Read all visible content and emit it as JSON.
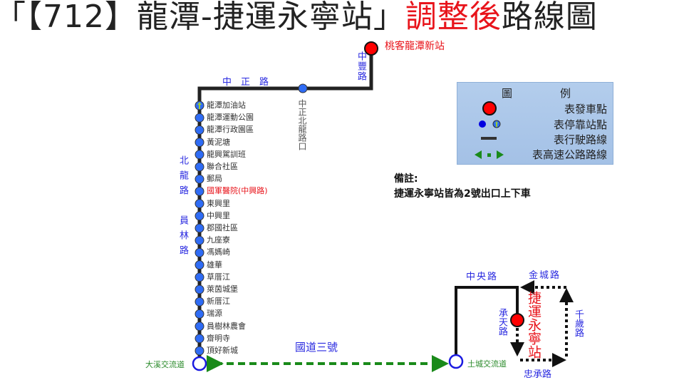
{
  "title": {
    "main": "「【712】龍潭-捷運永寧站」",
    "highlight": "調整後",
    "suffix": "路線圖"
  },
  "colors": {
    "route": "#222222",
    "stop": "#2f6cf5",
    "origin": "#ff0000",
    "highway": "#1a8a1a",
    "road_label": "#2a2ae0"
  },
  "origin": "桃客龍潭新站",
  "roads": {
    "zhongzheng": "中　正　路",
    "zhongfeng": "中豐路",
    "beilong_yuanlin": "北龍路　員林路",
    "zhongyang": "中央路",
    "jincheng": "金城路",
    "chengtian": "承天路",
    "qiansui": "千歲路",
    "zhongcheng": "忠承路",
    "freeway": "國道三號"
  },
  "top_stop": "中正北龍路口",
  "stops": [
    {
      "name": "龍潭加油站",
      "type": "special"
    },
    {
      "name": "龍潭運動公園"
    },
    {
      "name": "龍潭行政園區"
    },
    {
      "name": "黃泥塘"
    },
    {
      "name": "龍興駕訓班"
    },
    {
      "name": "聯合社區"
    },
    {
      "name": "郵局"
    },
    {
      "name": "國軍醫院(中興路)",
      "highlight": true
    },
    {
      "name": "東興里"
    },
    {
      "name": "中興里"
    },
    {
      "name": "郡國社區"
    },
    {
      "name": "九座寮"
    },
    {
      "name": "馮媽崎"
    },
    {
      "name": "雄華"
    },
    {
      "name": "草厝江"
    },
    {
      "name": "萊茵城堡"
    },
    {
      "name": "新厝江"
    },
    {
      "name": "瑞源"
    },
    {
      "name": "員樹林農會"
    },
    {
      "name": "齋明寺"
    },
    {
      "name": "頂好新城"
    }
  ],
  "interchanges": {
    "daxi": "大溪交流道",
    "tucheng": "土城交流道"
  },
  "terminal": "捷運永寧站",
  "legend": {
    "title_left": "圖",
    "title_right": "例",
    "items": [
      "表發車點",
      "表停靠站點",
      "表行駛路線",
      "表高速公路路線"
    ]
  },
  "note": {
    "label": "備註:",
    "text": "捷運永寧站皆為2號出口上下車"
  }
}
